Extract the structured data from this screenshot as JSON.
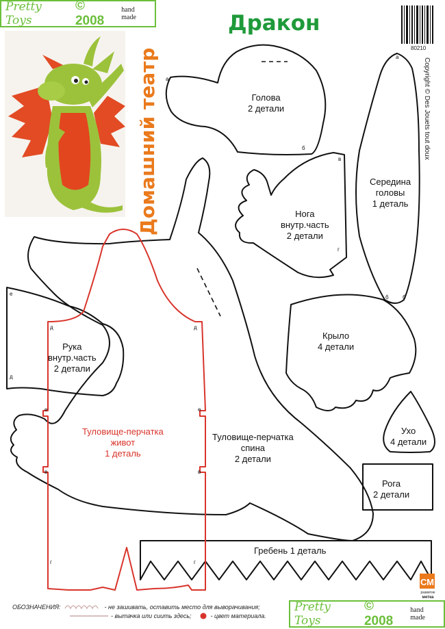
{
  "header": {
    "brand_name": "Pretty Toys",
    "brand_year": "© 2008",
    "brand_note": "hand made",
    "title": "Дракон",
    "side_title": "Домашний театр",
    "copyright": "Copyright © Des Jouets tout doux",
    "barcode_number": "80210"
  },
  "pieces": {
    "head": {
      "name": "Голова",
      "count": "2 детали"
    },
    "head_middle": {
      "name": "Середина",
      "name2": "головы",
      "count": "1 деталь"
    },
    "leg": {
      "name": "Нога",
      "name2": "внутр.часть",
      "count": "2 детали"
    },
    "wing": {
      "name": "Крыло",
      "count": "4 детали"
    },
    "ear": {
      "name": "Ухо",
      "count": "4 детали"
    },
    "horn": {
      "name": "Рога",
      "count": "2 детали"
    },
    "arm": {
      "name": "Рука",
      "name2": "внутр.часть",
      "count": "2 детали"
    },
    "belly": {
      "name": "Туловище-перчатка",
      "name2": "живот",
      "count": "1 деталь"
    },
    "back": {
      "name": "Туловище-перчатка",
      "name2": "спина",
      "count": "2 детали"
    },
    "crest": {
      "name": "Гребень 1 деталь"
    }
  },
  "marks": {
    "a": "а",
    "b": "б",
    "v": "в",
    "g": "г",
    "d": "д",
    "e": "е"
  },
  "legend": {
    "label": "ОБОЗНАЧЕНИЯ:",
    "row1": "- не зашивать, оставить место  для выворачивания;",
    "row2": "- вытачка или сиить здесь;",
    "row3": "- цвет материала."
  },
  "footer": {
    "brand_name": "Pretty Toys",
    "brand_year": "© 2008",
    "brand_note": "hand made",
    "logo_letters": "СМ",
    "logo_caption1": "развитие",
    "logo_caption2": "метка"
  },
  "colors": {
    "brand_green": "#6bbf3a",
    "title_green": "#1f9a3a",
    "side_orange": "#ea7a1c",
    "belly_red": "#d8342b"
  }
}
